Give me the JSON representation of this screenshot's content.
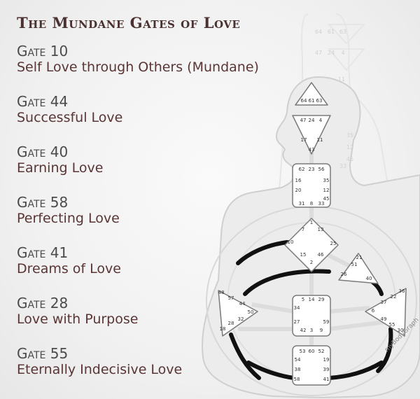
{
  "title": "The Mundane Gates of Love",
  "gates": [
    {
      "label": "Gate 10",
      "name": "Self Love through Others (Mundane)"
    },
    {
      "label": "Gate 44",
      "name": "Successful Love"
    },
    {
      "label": "Gate 40",
      "name": "Earning Love"
    },
    {
      "label": "Gate 58",
      "name": "Perfecting Love"
    },
    {
      "label": "Gate 41",
      "name": "Dreams of Love"
    },
    {
      "label": "Gate 28",
      "name": "Love with Purpose"
    },
    {
      "label": "Gate 55",
      "name": "Eternally Indecisive Love"
    }
  ],
  "bodygraph": {
    "head_gates": [
      "64",
      "61",
      "63"
    ],
    "ajna_gates": [
      "47",
      "24",
      "4",
      "17",
      "11",
      "43"
    ],
    "throat_gates": [
      "62",
      "23",
      "56",
      "16",
      "35",
      "20",
      "12",
      "45",
      "31",
      "8",
      "33"
    ],
    "g_gates": [
      "1",
      "7",
      "13",
      "10",
      "25",
      "15",
      "46",
      "2"
    ],
    "ego_gates": [
      "21",
      "51",
      "26",
      "40"
    ],
    "spleen_gates": [
      "48",
      "57",
      "44",
      "50",
      "32",
      "28",
      "18"
    ],
    "sacral_gates": [
      "5",
      "14",
      "29",
      "34",
      "27",
      "59",
      "42",
      "3",
      "9"
    ],
    "solar_gates": [
      "36",
      "22",
      "37",
      "6",
      "49",
      "55",
      "30"
    ],
    "root_gates": [
      "53",
      "60",
      "52",
      "54",
      "19",
      "38",
      "39",
      "58",
      "41"
    ],
    "ghost_head_gates": [
      "64",
      "61",
      "63"
    ],
    "ghost_ajna_gates": [
      "47",
      "24",
      "4"
    ],
    "ghost_side_gates": [
      "11",
      "35",
      "12",
      "45",
      "33"
    ],
    "brand": "myBodyGraph"
  },
  "colors": {
    "title": "#4a3030",
    "gate_label": "#4b4b4b",
    "gate_name": "#5a3535",
    "channel": "#111111",
    "center_fill": "#ffffff",
    "center_stroke": "#7a7a7a"
  }
}
